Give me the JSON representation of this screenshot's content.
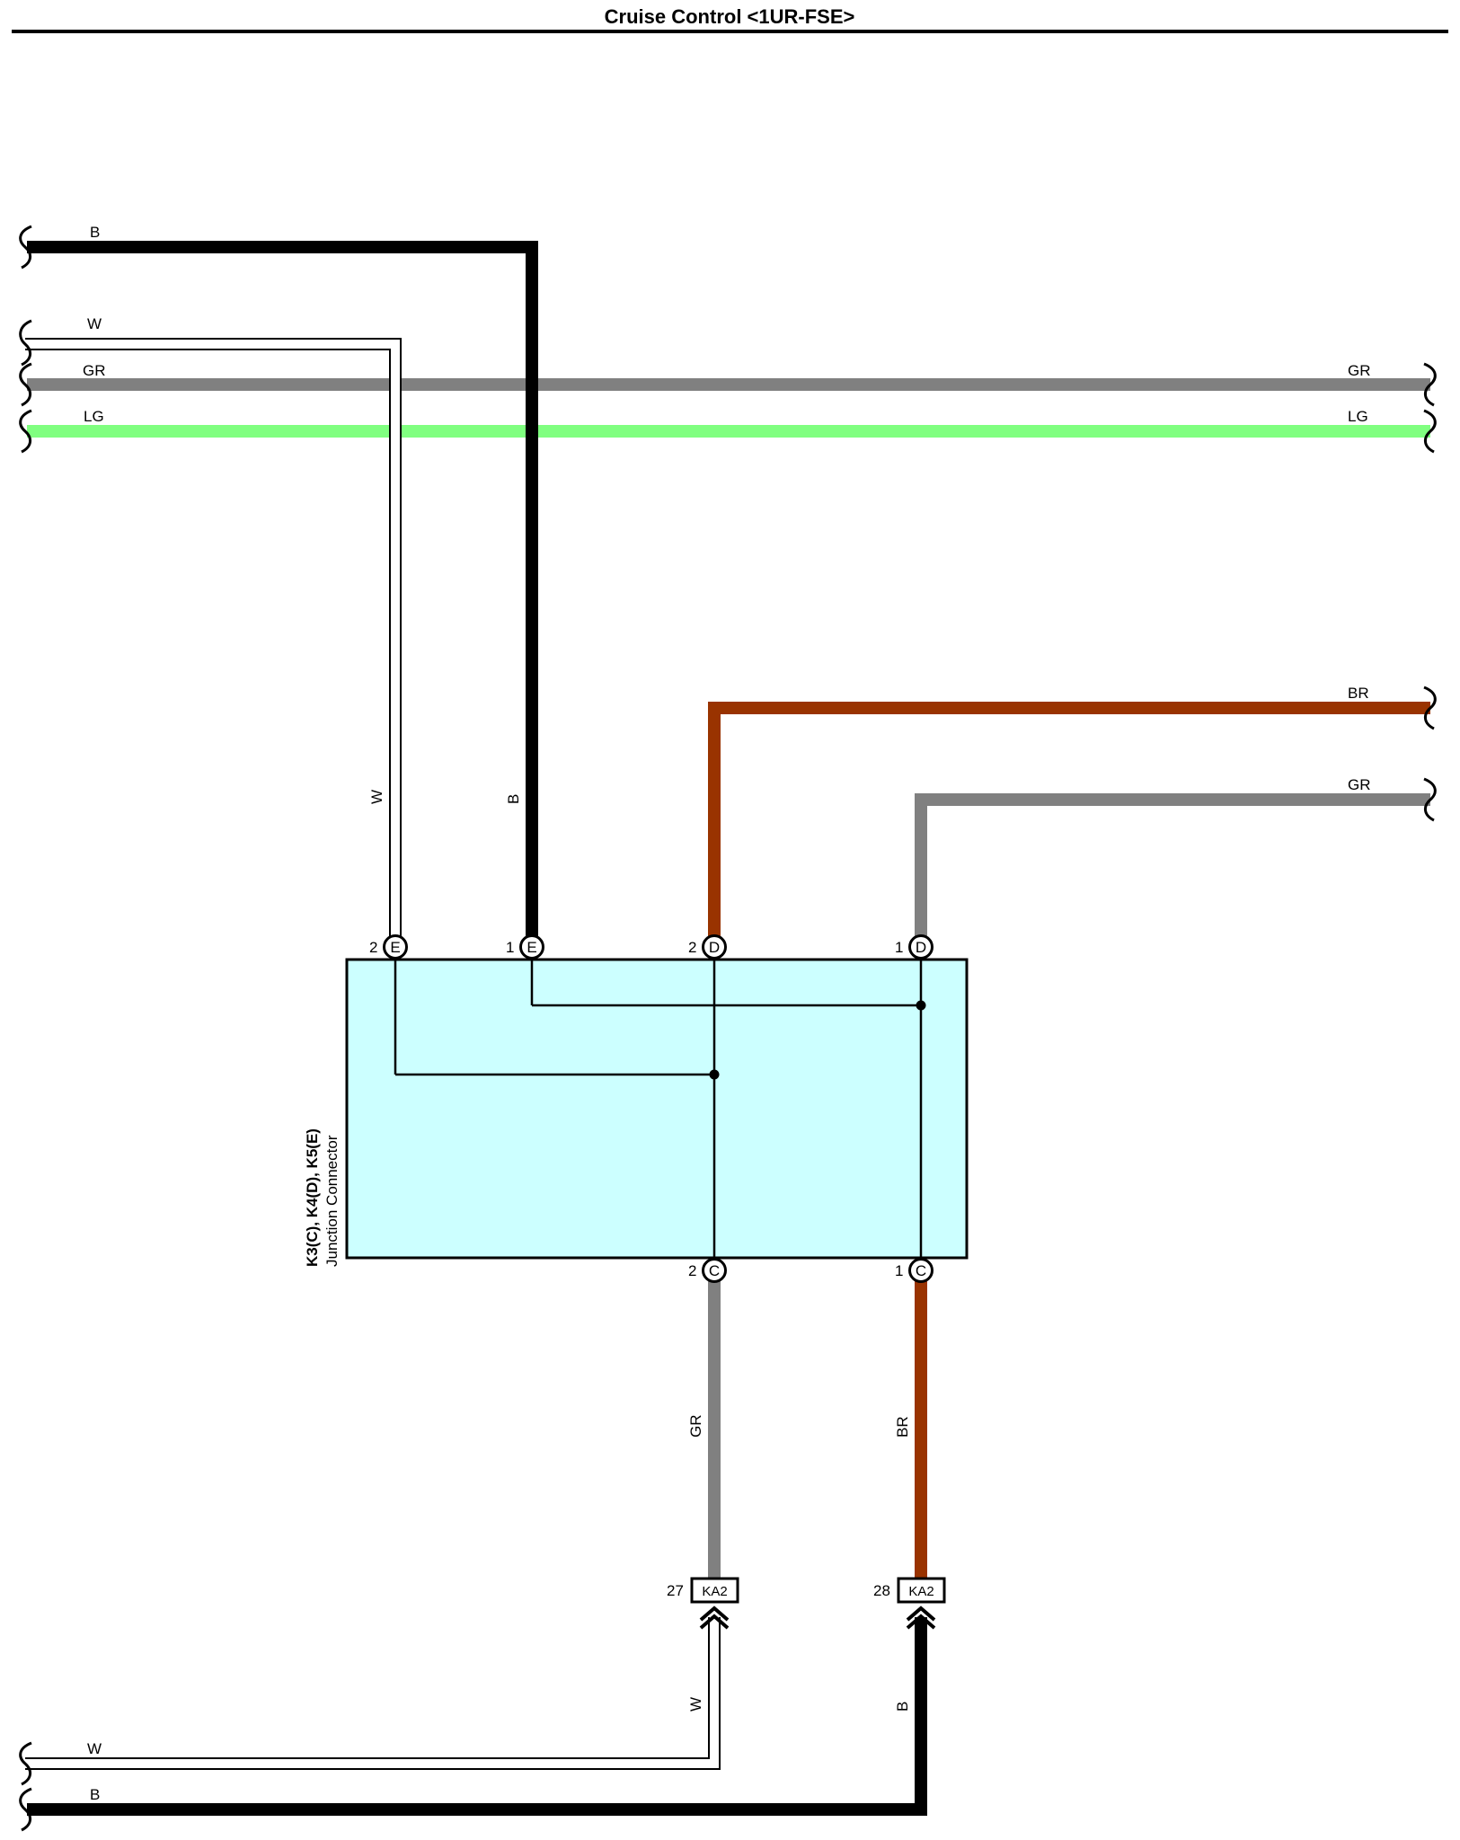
{
  "title": "Cruise Control <1UR-FSE>",
  "colors": {
    "B": "#000000",
    "W": "#ffffff",
    "GR": "#808080",
    "LG": "#80ff80",
    "BR": "#993300",
    "junction_fill": "#ccffff"
  },
  "wire_labels": {
    "top_left_b": "B",
    "top_left_w": "W",
    "left_gr": "GR",
    "left_lg": "LG",
    "right_gr": "GR",
    "right_lg": "LG",
    "right_br": "BR",
    "right_gr2": "GR",
    "vertical_w": "W",
    "vertical_b": "B",
    "lower_gr": "GR",
    "lower_br": "BR",
    "lower_w": "W",
    "lower_b": "B",
    "bottom_left_w": "W",
    "bottom_left_b": "B"
  },
  "junction": {
    "name": "K3(C), K4(D), K5(E)",
    "description": "Junction Connector",
    "pins": [
      {
        "number": "2",
        "letter": "E"
      },
      {
        "number": "1",
        "letter": "E"
      },
      {
        "number": "2",
        "letter": "D"
      },
      {
        "number": "1",
        "letter": "D"
      },
      {
        "number": "2",
        "letter": "C"
      },
      {
        "number": "1",
        "letter": "C"
      }
    ]
  },
  "connectors": [
    {
      "pin": "27",
      "name": "KA2"
    },
    {
      "pin": "28",
      "name": "KA2"
    }
  ]
}
